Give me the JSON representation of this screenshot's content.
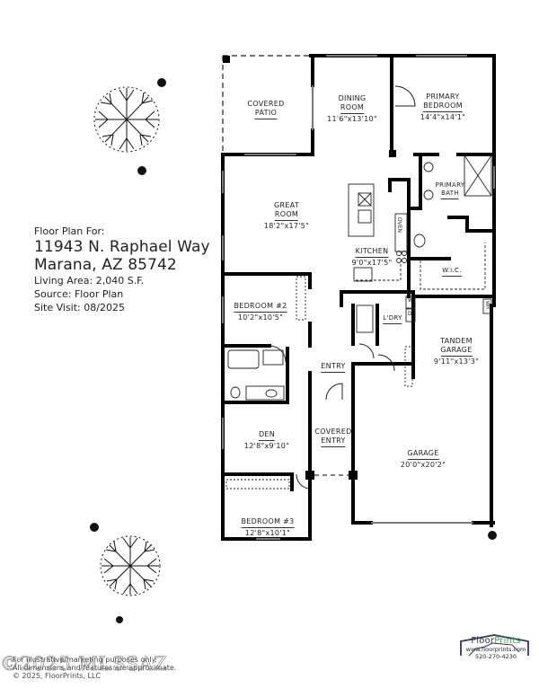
{
  "header": {
    "intro": "Floor Plan For:",
    "address_line1": "11943 N. Raphael Way",
    "address_line2": "Marana, AZ  85742",
    "living_area": "Living Area:  2,040 S.F.",
    "source": "Source:  Floor Plan",
    "site_visit": "Site Visit:  08/2025"
  },
  "rooms": {
    "covered_patio": {
      "name1": "COVERED",
      "name2": "PATIO",
      "dims": ""
    },
    "dining_room": {
      "name1": "DINING",
      "name2": "ROOM",
      "dims": "11'6\"x13'10\""
    },
    "primary_bedroom": {
      "name1": "PRIMARY",
      "name2": "BEDROOM",
      "dims": "14'4\"x14'1\""
    },
    "primary_bath": {
      "name1": "PRIMARY",
      "name2": "BATH"
    },
    "great_room": {
      "name1": "GREAT",
      "name2": "ROOM",
      "dims": "18'2\"x17'5\""
    },
    "kitchen": {
      "name": "KITCHEN",
      "dims": "9'0\"x17'5\"",
      "oven_label": "OVEN"
    },
    "wic": {
      "name": "W.I.C."
    },
    "bedroom2": {
      "name": "BEDROOM #2",
      "dims": "10'2\"x10'5\""
    },
    "laundry": {
      "name": "L'DRY",
      "washer": "W",
      "dryer": "D"
    },
    "wh": {
      "name": "WH"
    },
    "tandem_garage": {
      "name1": "TANDEM",
      "name2": "GARAGE",
      "dims": "9'11\"x13'3\""
    },
    "entry": {
      "name": "ENTRY"
    },
    "den": {
      "name": "DEN",
      "dims": "12'8\"x9'10\""
    },
    "covered_entry": {
      "name1": "COVERED",
      "name2": "ENTRY"
    },
    "garage": {
      "name": "GARAGE",
      "dims": "20'0\"x20'2\""
    },
    "bedroom3": {
      "name": "BEDROOM #3",
      "dims": "12'8\"x10'1\""
    }
  },
  "footer": {
    "disclaimer1": "For illustrative/marketing purposes only.",
    "disclaimer2": "All dimensions and features are approximate.",
    "copyright": "© 2025, FloorPrints, LLC",
    "watermark": "©2025 MLSSAZ"
  },
  "logo": {
    "brand_part1": "Floor",
    "brand_part2": "Prints",
    "website": "www.floorprints.com",
    "phone": "520-270-4230",
    "brand_color": "#4a9a3a",
    "roof_color": "#2b3a66"
  },
  "colors": {
    "wall": "#000000",
    "window": "#9a9a9a",
    "text": "#222222"
  }
}
